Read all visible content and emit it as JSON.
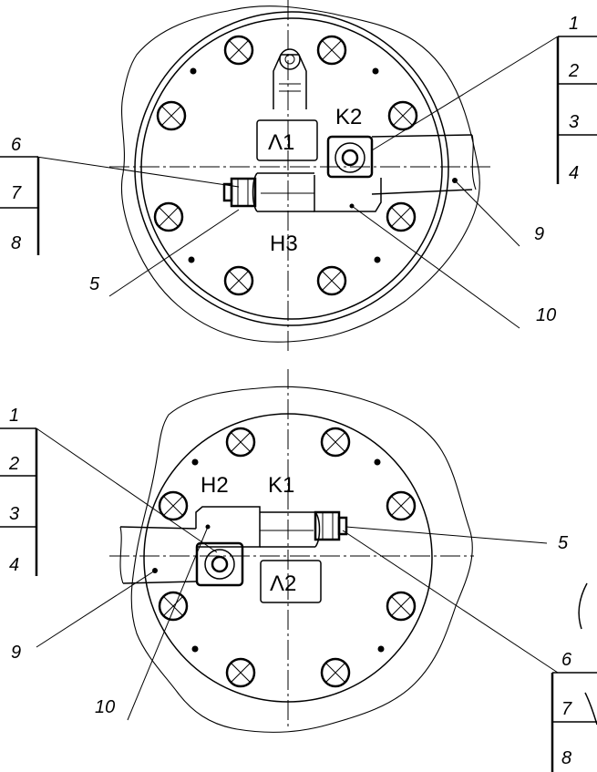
{
  "top": {
    "labels": {
      "l1": "Λ1",
      "k2": "K2",
      "h3": "H3"
    },
    "numbers": {
      "n1": "1",
      "n2": "2",
      "n3": "3",
      "n4": "4",
      "n5": "5",
      "n6": "6",
      "n7": "7",
      "n8": "8",
      "n9": "9",
      "n10": "10"
    }
  },
  "bottom": {
    "labels": {
      "h2": "H2",
      "k1": "K1",
      "l2": "Λ2"
    },
    "numbers": {
      "n1": "1",
      "n2": "2",
      "n3": "3",
      "n4": "4",
      "n5": "5",
      "n6": "6",
      "n7": "7",
      "n8": "8",
      "n9": "9",
      "n10": "10"
    }
  }
}
